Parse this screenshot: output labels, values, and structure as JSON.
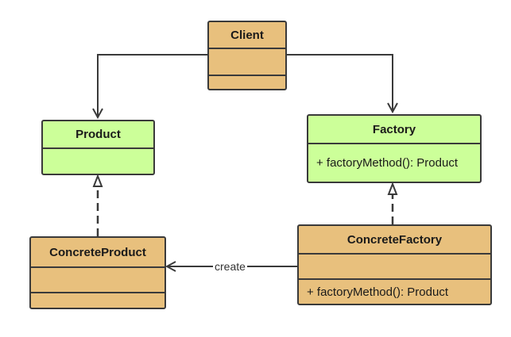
{
  "colors": {
    "concrete_fill": "#e8c07d",
    "abstract_fill": "#ccff99",
    "stroke": "#3a3a3a"
  },
  "classes": {
    "client": {
      "name": "Client"
    },
    "product": {
      "name": "Product"
    },
    "factory": {
      "name": "Factory",
      "method": "+ factoryMethod(): Product"
    },
    "concrete_product": {
      "name": "ConcreteProduct"
    },
    "concrete_factory": {
      "name": "ConcreteFactory",
      "method": "+ factoryMethod(): Product"
    }
  },
  "edges": {
    "create_label": "create"
  }
}
